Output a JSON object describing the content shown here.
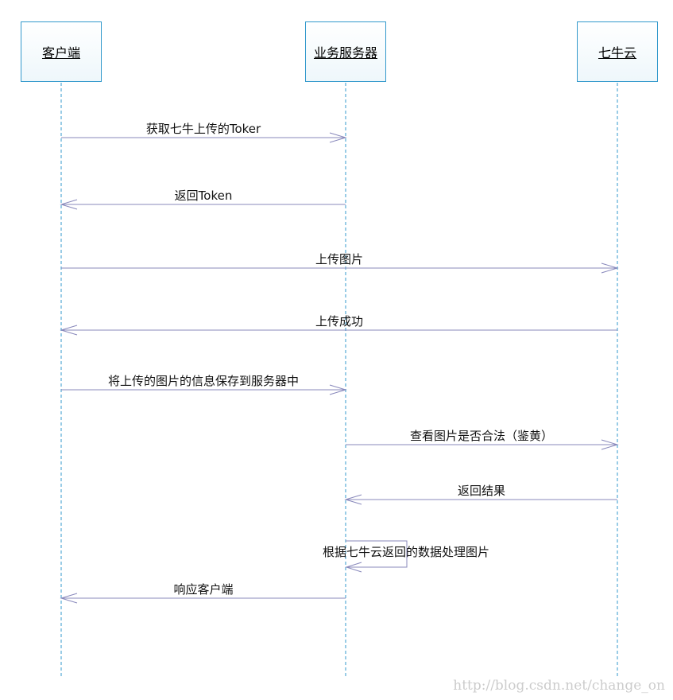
{
  "actors": [
    {
      "id": "client",
      "label": "客户端"
    },
    {
      "id": "biz",
      "label": "业务服务器"
    },
    {
      "id": "qiniu",
      "label": "七牛云"
    }
  ],
  "messages": [
    {
      "from": "client",
      "to": "biz",
      "label": "获取七牛上传的Toker",
      "dashed": false
    },
    {
      "from": "biz",
      "to": "client",
      "label": "返回Token",
      "dashed": false
    },
    {
      "from": "client",
      "to": "qiniu",
      "label": "上传图片",
      "dashed": false
    },
    {
      "from": "qiniu",
      "to": "client",
      "label": "上传成功",
      "dashed": false
    },
    {
      "from": "client",
      "to": "biz",
      "label": "将上传的图片的信息保存到服务器中",
      "dashed": false
    },
    {
      "from": "biz",
      "to": "qiniu",
      "label": "查看图片是否合法（鉴黄）",
      "dashed": false
    },
    {
      "from": "qiniu",
      "to": "biz",
      "label": "返回结果",
      "dashed": false
    },
    {
      "from": "biz",
      "to": "biz",
      "label": "根据七牛云返回的数据处理图片",
      "dashed": false,
      "self": true
    },
    {
      "from": "biz",
      "to": "client",
      "label": "响应客户端",
      "dashed": false
    }
  ],
  "watermark": "http://blog.csdn.net/change_on",
  "colors": {
    "lifeline": "#3399cc",
    "arrow": "#8888bb",
    "box_border": "#3399cc"
  }
}
